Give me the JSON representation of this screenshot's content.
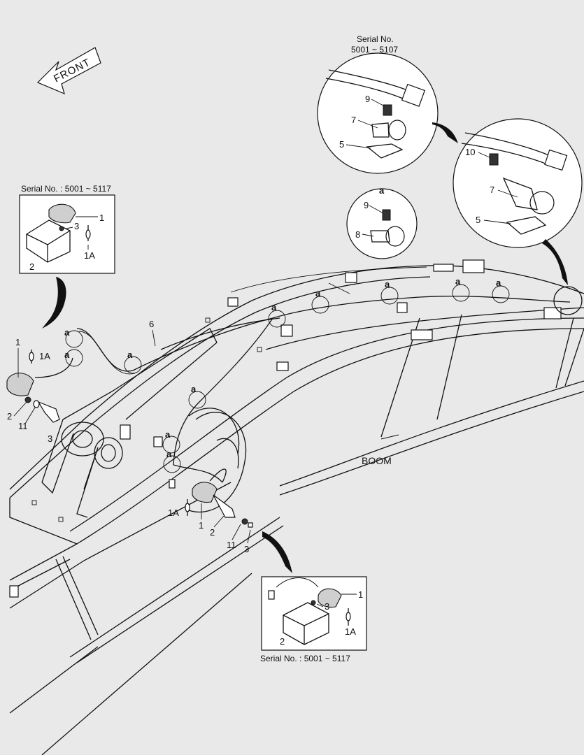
{
  "direction_arrow": {
    "text": "FRONT"
  },
  "boom_label": "BOOM",
  "captions": {
    "top_center_line1": "Serial No.",
    "top_center_line2": "5001 ~ 5107",
    "left_inset": "Serial No. : 5001 ~ 5117",
    "bottom_inset": "Serial No. : 5001 ~ 5117"
  },
  "clamp_marker": "a",
  "part_labels": {
    "top_center": [
      "9",
      "7",
      "5"
    ],
    "top_right": [
      "10",
      "7",
      "5"
    ],
    "detail_a": [
      "a",
      "9",
      "8"
    ],
    "left_inset": [
      "1",
      "3",
      "1A",
      "2"
    ],
    "left_main": [
      "1",
      "1A",
      "2",
      "11",
      "3"
    ],
    "harness": "6",
    "center_lamp": [
      "1A",
      "1",
      "2",
      "11",
      "3"
    ],
    "bottom_inset": [
      "1",
      "3",
      "1A",
      "2"
    ]
  },
  "colors": {
    "background": "#e9e9e9",
    "line": "#111111",
    "part_fill": "#ffffff"
  }
}
